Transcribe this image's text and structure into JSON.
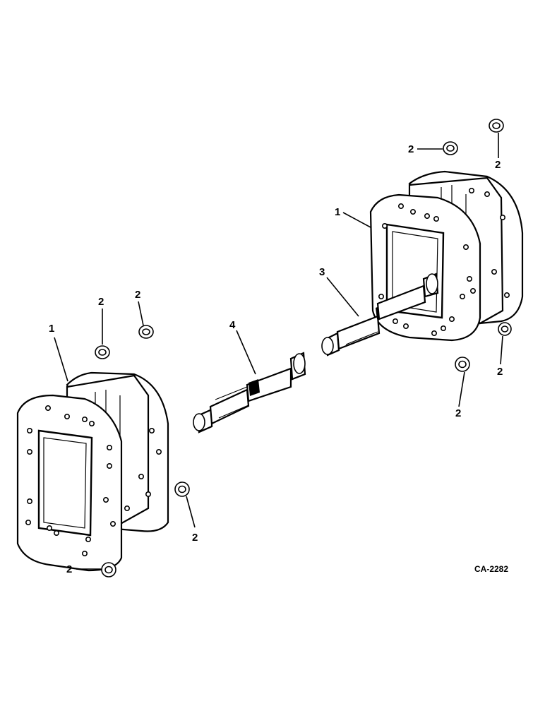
{
  "diagram": {
    "drawing_code": "CA-2282",
    "callouts": {
      "left_housing": "1",
      "right_housing": "1",
      "shaft_upper": "3",
      "shaft_lower": "4",
      "bush_left_top_a": "2",
      "bush_left_top_b": "2",
      "bush_left_bottom": "2",
      "bush_left_side": "2",
      "bush_right_top_a": "2",
      "bush_right_top_b": "2",
      "bush_right_side": "2",
      "bush_right_bottom": "2"
    }
  }
}
